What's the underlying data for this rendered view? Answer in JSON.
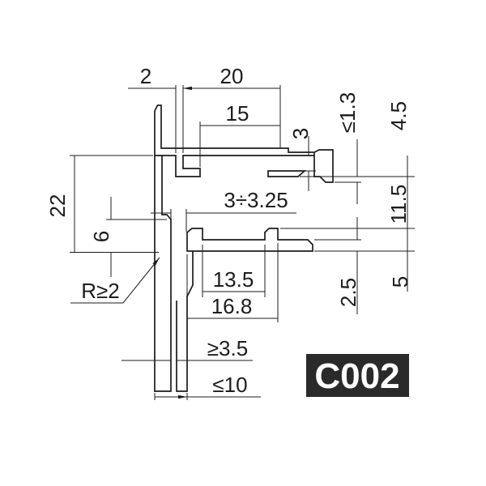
{
  "code": "C002",
  "dims": {
    "top_flange_thickness": "2",
    "top_flange_width": "20",
    "top_opening_width": "15",
    "top_gap": "3",
    "lip_clearance": "≤1.3",
    "hook_engagement": "4.5",
    "overall_height": "22",
    "groove_width": "3÷3.25",
    "middle_height": "11.5",
    "step_height": "6",
    "corner_radius": "R≥2",
    "channel_inner_width": "13.5",
    "channel_outer_width": "16.8",
    "plate_thickness": "2.5",
    "channel_height": "5",
    "screw_slot_min": "≥3.5",
    "stem_width_max": "≤10"
  },
  "colors": {
    "line": "#1c1c1c",
    "badge_bg": "#2a2a2a",
    "badge_text": "#ffffff"
  }
}
